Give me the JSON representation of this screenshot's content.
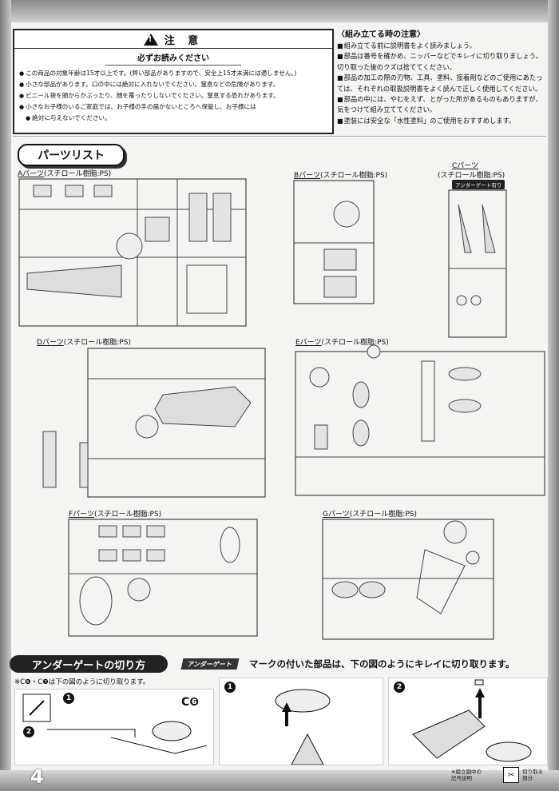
{
  "caution": {
    "title": "注 意",
    "subtitle": "必ずお読みください",
    "items": [
      "この商品の対象年齢は15才以上です。(弊い部品がありますので、安全上15才未満には適しません。)",
      "小さな部品があります。口の中には絶対に入れないでください。窒息などの危険があります。",
      "ビニール袋を頭からかぶったり、顔を覆ったりしないでください。窒息する恐れがあります。",
      "小さなお子様のいるご家庭では、お子様の手の届かないところへ保管し、お子様には",
      "絶対に与えないでください。"
    ]
  },
  "notes": {
    "title": "〈組み立てる時の注意〉",
    "items": [
      "組み立てる前に説明書をよく読みましょう。",
      "部品は番号を確かめ、ニッパーなどでキレイに切り取りましょう。切り取った後のクズは捨ててください。",
      "部品の加工の際の刃物、工具、塗料、接着剤などのご使用にあたっては、それぞれの取扱説明書をよく読んで正しく使用してください。",
      "部品の中には、やむをえず、とがった所があるものもありますが、気をつけて組み立ててください。",
      "塗装には安全な「水性塗料」のご使用をおすすめします。"
    ]
  },
  "parts_list_title": "パーツリスト",
  "parts": [
    {
      "id": "A",
      "name": "Aパーツ",
      "material": "(スチロール樹脂:PS)"
    },
    {
      "id": "B",
      "name": "Bパーツ",
      "material": "(スチロール樹脂:PS)"
    },
    {
      "id": "C",
      "name": "Cパーツ",
      "material": "(スチロール樹脂:PS)"
    },
    {
      "id": "D",
      "name": "Dパーツ",
      "material": "(スチロール樹脂:PS)"
    },
    {
      "id": "E",
      "name": "Eパーツ",
      "material": "(スチロール樹脂:PS)"
    },
    {
      "id": "F",
      "name": "Fパーツ",
      "material": "(スチロール樹脂:PS)"
    },
    {
      "id": "G",
      "name": "Gパーツ",
      "material": "(スチロール樹脂:PS)"
    }
  ],
  "undergate_tag": "アンダーゲート有り",
  "howto": {
    "title": "アンダーゲートの切り方",
    "tag": "アンダーゲート",
    "text": "マークの付いた部品は、下の図のようにキレイに切り取ります。",
    "note": "※C❻・C❼は下の図のように切り取ります。",
    "c6_label": "C❻",
    "step1": "1",
    "step2": "2"
  },
  "page_number": "4",
  "legend": {
    "left": "※組立図中の\n記号説明",
    "right": "切り取る\n部分"
  }
}
